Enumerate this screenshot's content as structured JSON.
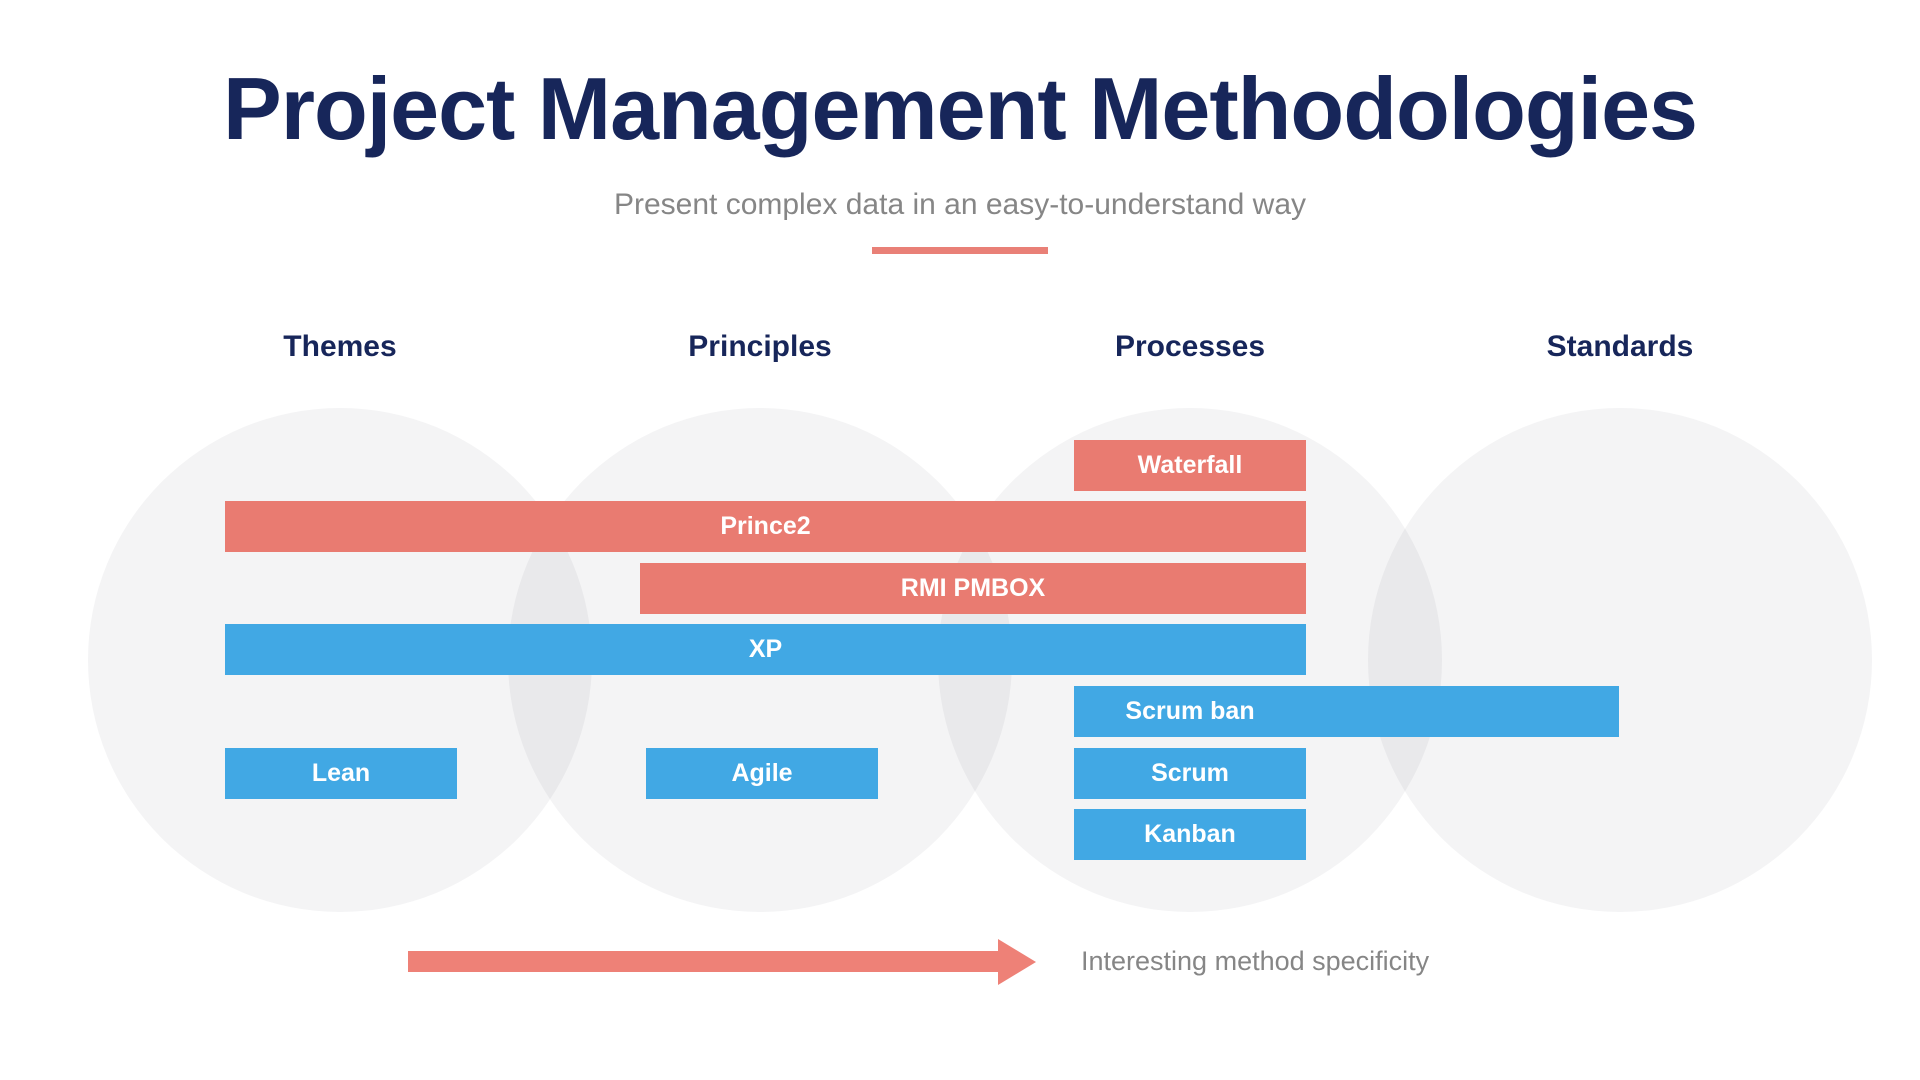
{
  "title": "Project Management Methodologies",
  "subtitle": "Present complex data in an easy-to-understand way",
  "columns": [
    {
      "label": "Themes"
    },
    {
      "label": "Principles"
    },
    {
      "label": "Processes"
    },
    {
      "label": "Standards"
    }
  ],
  "bars": [
    {
      "label": "Waterfall",
      "color": "#E97B71",
      "spans": [
        "Processes"
      ]
    },
    {
      "label": "Prince2",
      "color": "#E97B71",
      "spans": [
        "Themes",
        "Principles",
        "Processes"
      ]
    },
    {
      "label": "RMI PMBOX",
      "color": "#E97B71",
      "spans": [
        "Principles",
        "Processes"
      ]
    },
    {
      "label": "XP",
      "color": "#41A8E4",
      "spans": [
        "Themes",
        "Principles",
        "Processes"
      ]
    },
    {
      "label": "Scrum ban",
      "color": "#41A8E4",
      "spans": [
        "Processes",
        "Standards"
      ]
    },
    {
      "label": "Lean",
      "color": "#41A8E4",
      "spans": [
        "Themes"
      ]
    },
    {
      "label": "Agile",
      "color": "#41A8E4",
      "spans": [
        "Principles"
      ]
    },
    {
      "label": "Scrum",
      "color": "#41A8E4",
      "spans": [
        "Processes"
      ]
    },
    {
      "label": "Kanban",
      "color": "#41A8E4",
      "spans": [
        "Processes"
      ]
    }
  ],
  "arrow": {
    "label": "Interesting method specificity",
    "color": "#EE8177"
  },
  "colors": {
    "title_navy": "#17265A",
    "salmon": "#E97B71",
    "blue": "#41A8E4",
    "circle_gray": "#F4F4F5",
    "text_gray": "#868686"
  }
}
